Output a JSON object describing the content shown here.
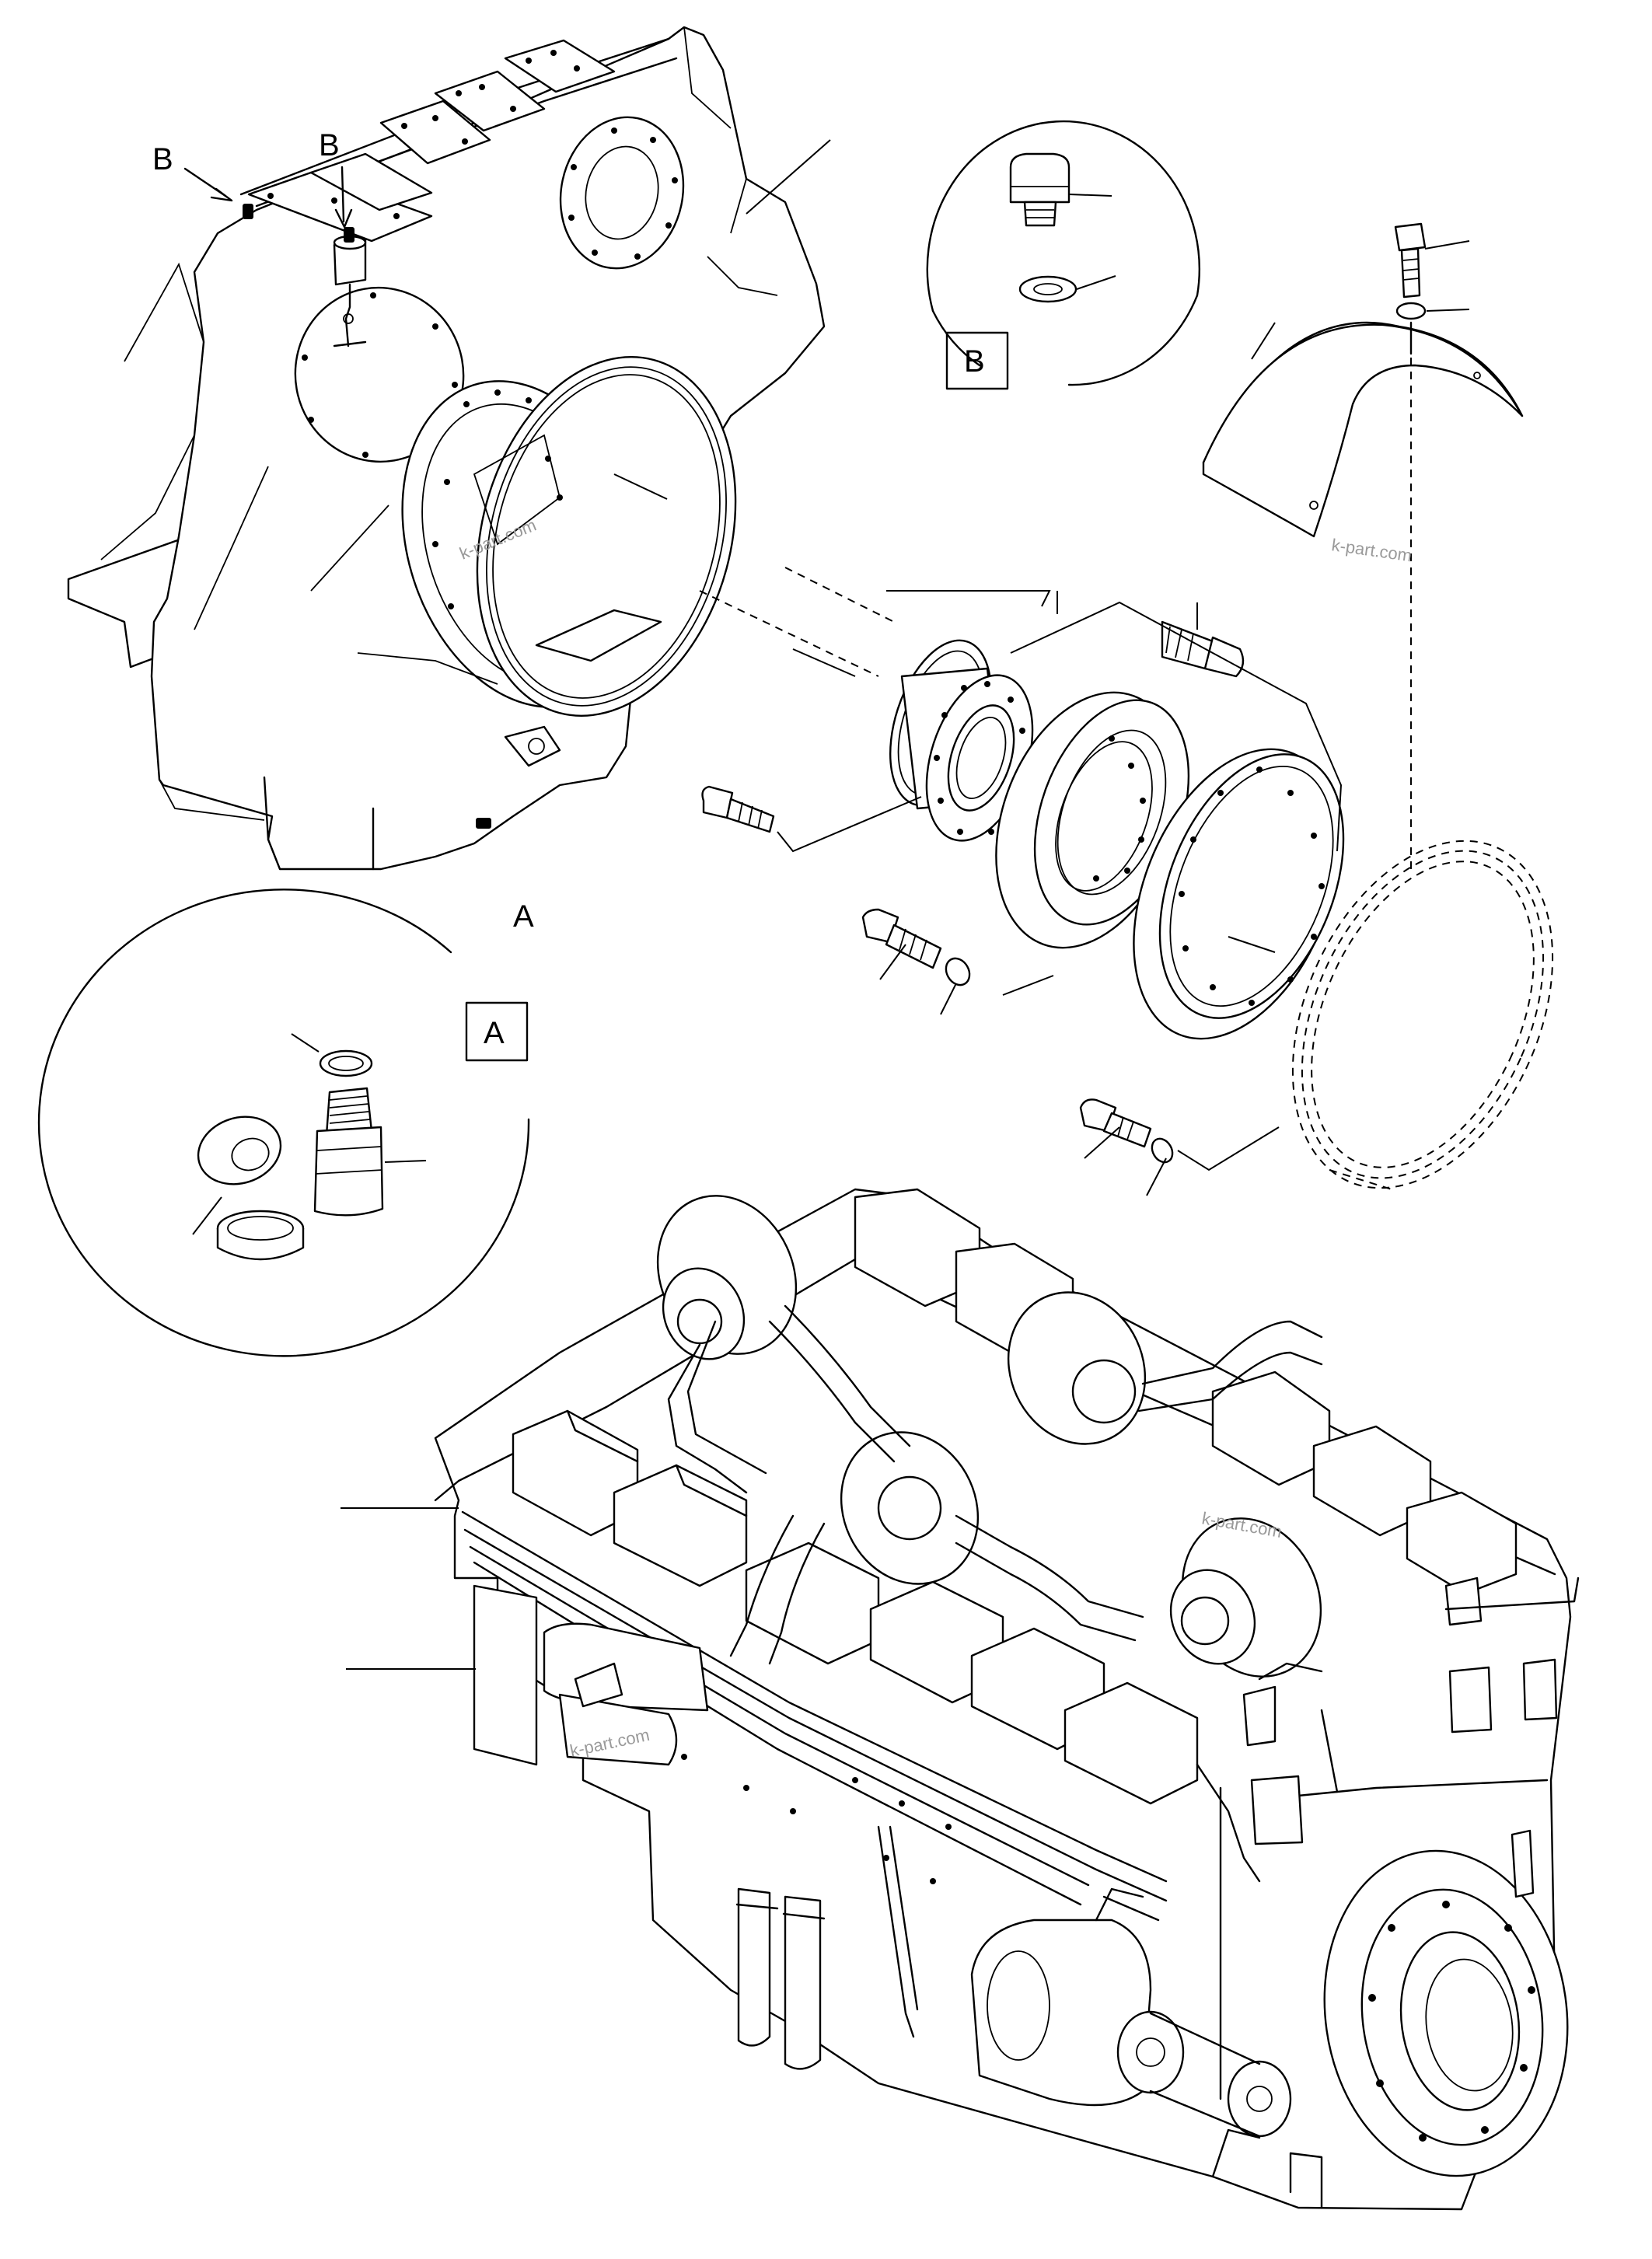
{
  "callouts": {
    "b_left": "B",
    "b_right": "B",
    "a_center": "A",
    "box_b": "B",
    "box_a": "A"
  },
  "watermarks": {
    "w1": "k-part.com",
    "w2": "k-part.com",
    "w3": "k-part.com",
    "w4": "k-part.com"
  }
}
